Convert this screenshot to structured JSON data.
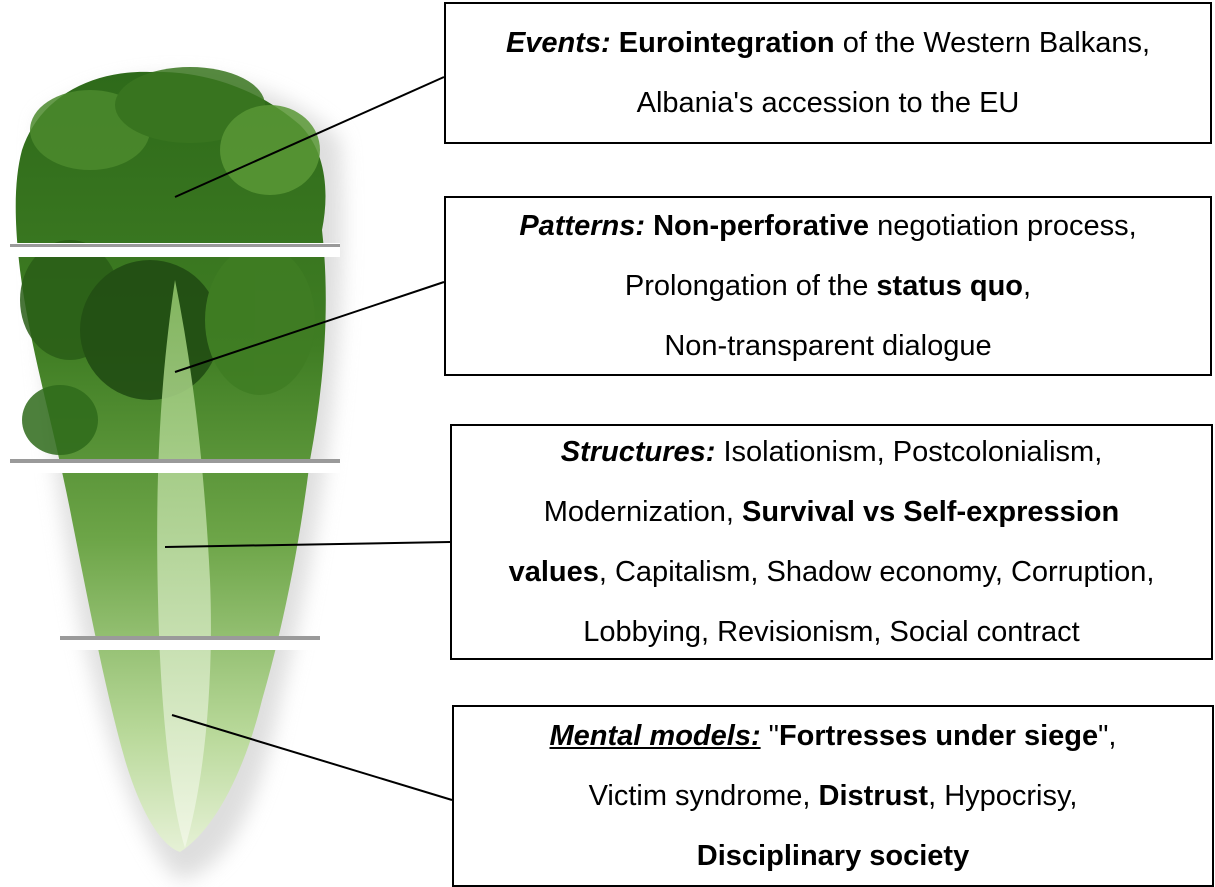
{
  "boxes": {
    "events": {
      "label": "Events:",
      "lines": [
        [
          {
            "t": "Eurointegration",
            "b": true
          },
          {
            "t": " of the Western Balkans,"
          }
        ],
        [
          {
            "t": "Albania's accession to the EU"
          }
        ]
      ]
    },
    "patterns": {
      "label": "Patterns:",
      "lines": [
        [
          {
            "t": "Non-perforative",
            "b": true
          },
          {
            "t": " negotiation process,"
          }
        ],
        [
          {
            "t": "Prolongation of the "
          },
          {
            "t": "status quo",
            "b": true
          },
          {
            "t": ","
          }
        ],
        [
          {
            "t": "Non-transparent dialogue"
          }
        ]
      ]
    },
    "structures": {
      "label": "Structures:",
      "lines": [
        [
          {
            "t": " Isolationism, Postcolonialism,"
          }
        ],
        [
          {
            "t": "Modernization, "
          },
          {
            "t": "Survival vs Self-expression",
            "b": true
          }
        ],
        [
          {
            "t": "values",
            "b": true
          },
          {
            "t": ", Capitalism, Shadow economy, Corruption,"
          }
        ],
        [
          {
            "t": "Lobbying, Revisionism, Social contract"
          }
        ]
      ]
    },
    "mental": {
      "label": "Mental models:",
      "lines": [
        [
          {
            "t": " \""
          },
          {
            "t": "Fortresses under siege",
            "b": true
          },
          {
            "t": "\","
          }
        ],
        [
          {
            "t": "Victim syndrome, "
          },
          {
            "t": "Distrust",
            "b": true
          },
          {
            "t": ", Hypocrisy,"
          }
        ],
        [
          {
            "t": "Disciplinary society",
            "b": true
          }
        ]
      ]
    }
  },
  "colors": {
    "lettuce_dark": "#1f4a12",
    "lettuce_mid": "#3f7d23",
    "lettuce_light": "#a9cf86",
    "heart_pale": "#e6f1d6",
    "slice_gap": "#9a9a9a"
  }
}
